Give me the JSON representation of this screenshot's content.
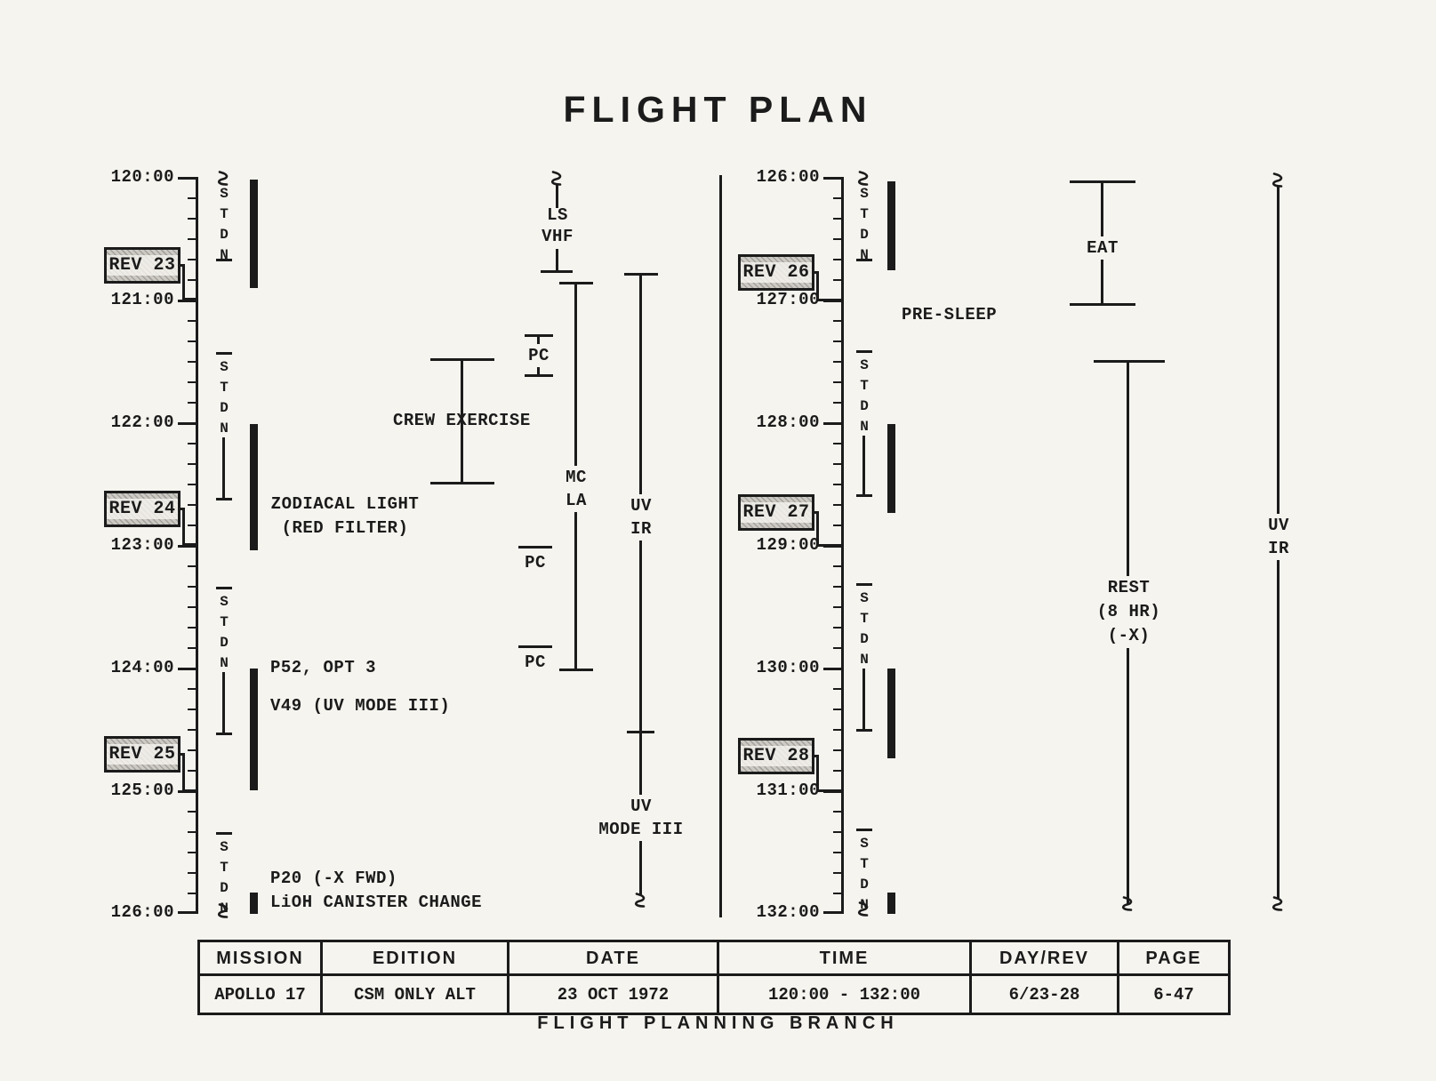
{
  "title": "FLIGHT PLAN",
  "stdn": "STDN",
  "pc": "PC",
  "left_times": [
    "120:00",
    "121:00",
    "122:00",
    "123:00",
    "124:00",
    "125:00",
    "126:00"
  ],
  "right_times": [
    "126:00",
    "127:00",
    "128:00",
    "129:00",
    "130:00",
    "131:00",
    "132:00"
  ],
  "left_revs": [
    "REV 23",
    "REV 24",
    "REV 25"
  ],
  "right_revs": [
    "REV 26",
    "REV 27",
    "REV 28"
  ],
  "labels": {
    "zodiacal": "ZODIACAL LIGHT\n(RED FILTER)",
    "crew_exercise": "CREW EXERCISE",
    "p52": "P52, OPT 3",
    "v49": "V49 (UV MODE III)",
    "p20": "P20 (-X FWD)",
    "lioh": "LiOH CANISTER CHANGE",
    "ls_vhf": "LS\nVHF",
    "mc_la": "MC\nLA",
    "uv_ir": "UV\nIR",
    "uv_mode_iii": "UV\nMODE III",
    "pre_sleep": "PRE-SLEEP",
    "eat": "EAT",
    "rest": "REST\n(8 HR)\n(-X)"
  },
  "table": {
    "headers": [
      "MISSION",
      "EDITION",
      "DATE",
      "TIME",
      "DAY/REV",
      "PAGE"
    ],
    "values": [
      "APOLLO 17",
      "CSM ONLY ALT",
      "23 OCT 1972",
      "120:00 - 132:00",
      "6/23-28",
      "6-47"
    ]
  },
  "footer": "FLIGHT PLANNING BRANCH",
  "colors": {
    "ink": "#1b1b1b",
    "paper": "#f6f4ef"
  }
}
